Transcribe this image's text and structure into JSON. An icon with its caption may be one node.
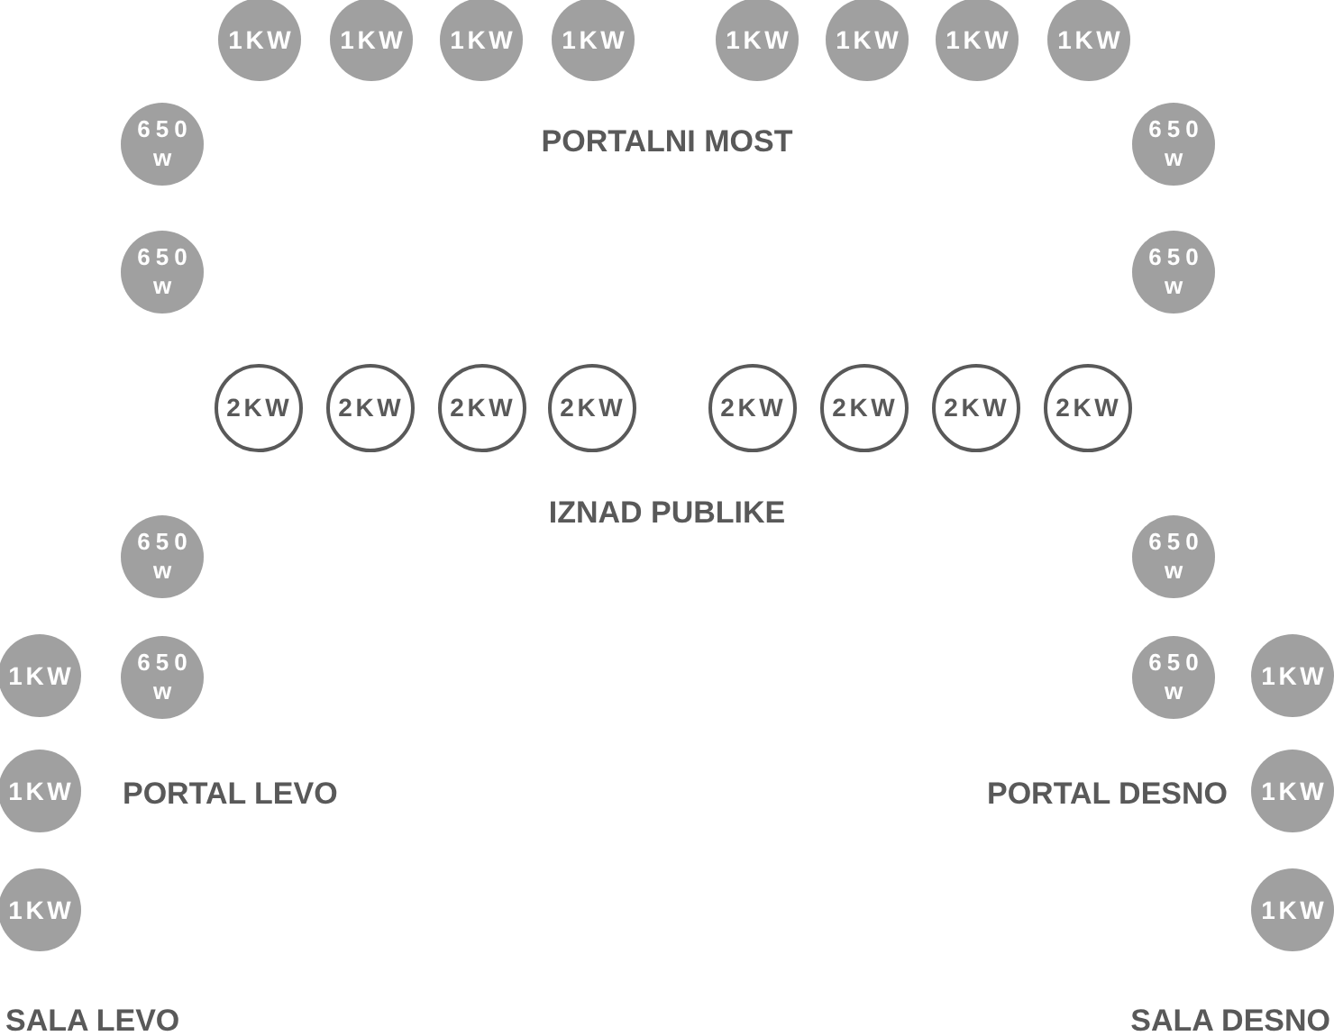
{
  "diagram": {
    "nodes": [
      {
        "text": [
          "1KW"
        ]
      },
      {
        "text": [
          "1KW"
        ]
      },
      {
        "text": [
          "1KW"
        ]
      },
      {
        "text": [
          "1KW"
        ]
      },
      {
        "text": [
          "1KW"
        ]
      },
      {
        "text": [
          "1KW"
        ]
      },
      {
        "text": [
          "1KW"
        ]
      },
      {
        "text": [
          "1KW"
        ]
      },
      {
        "text": [
          "650 w"
        ]
      },
      {
        "text": [
          "650 w"
        ]
      },
      {
        "text": [
          "650 w"
        ]
      },
      {
        "text": [
          "650 w"
        ]
      },
      {
        "text": [
          "2KW"
        ]
      },
      {
        "text": [
          "2KW"
        ]
      },
      {
        "text": [
          "2KW"
        ]
      },
      {
        "text": [
          "2KW"
        ]
      },
      {
        "text": [
          "2KW"
        ]
      },
      {
        "text": [
          "2KW"
        ]
      },
      {
        "text": [
          "2KW"
        ]
      },
      {
        "text": [
          "2KW"
        ]
      },
      {
        "text": [
          "650 w"
        ]
      },
      {
        "text": [
          "650 w"
        ]
      },
      {
        "text": [
          "1KW"
        ]
      },
      {
        "text": [
          "650 w"
        ]
      },
      {
        "text": [
          "650 w"
        ]
      },
      {
        "text": [
          "1KW"
        ]
      },
      {
        "text": [
          "1KW"
        ]
      },
      {
        "text": [
          "1KW"
        ]
      },
      {
        "text": [
          "1KW"
        ]
      },
      {
        "text": [
          "1KW"
        ]
      }
    ],
    "labels": [
      "PORTALNI MOST",
      "IZNAD PUBLIKE",
      "PORTAL LEVO",
      "PORTAL DESNO",
      "SALA LEVO",
      "SALA DESNO"
    ]
  }
}
